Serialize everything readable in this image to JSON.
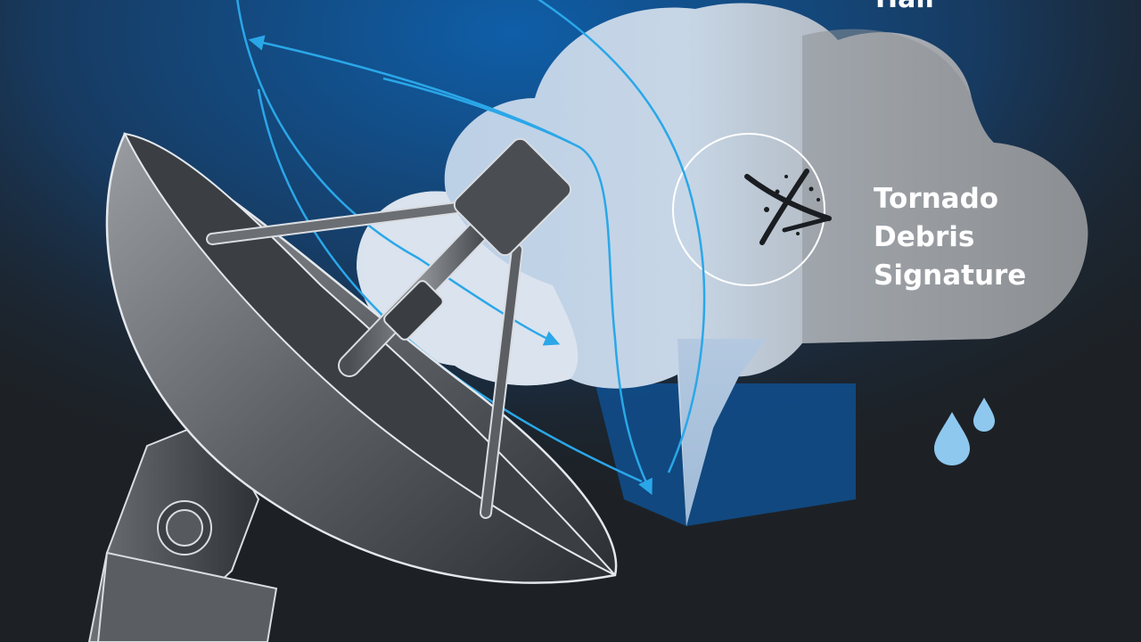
{
  "labels": {
    "top_partial": "Hail",
    "tornado_debris_signature": [
      "Tornado",
      "Debris",
      "Signature"
    ]
  },
  "icons": {
    "radar_dish": "radar-dish-icon",
    "storm_cloud": "storm-cloud-icon",
    "debris_marker": "debris-x-icon",
    "raindrops": "raindrops-icon"
  },
  "colors": {
    "background": "#1d2126",
    "beam_blue": "#2aa7e8",
    "cloud_light": "#c4d6ea",
    "cloud_grey": "#8a8c8f",
    "dark_blue": "#0f4f8f",
    "raindrop": "#8ec8ef"
  }
}
